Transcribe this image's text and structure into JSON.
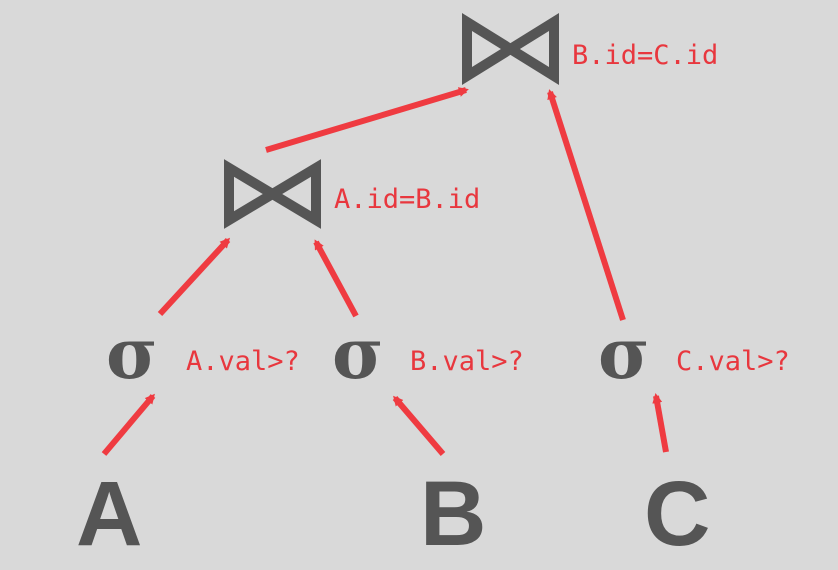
{
  "colors": {
    "background": "#d9d9d9",
    "operator": "#555555",
    "edge": "#ef3b41",
    "predicate_text": "#e8373e"
  },
  "tables": [
    {
      "id": "table-a",
      "label": "A"
    },
    {
      "id": "table-b",
      "label": "B"
    },
    {
      "id": "table-c",
      "label": "C"
    }
  ],
  "selections": [
    {
      "id": "select-a",
      "symbol": "σ",
      "predicate": "A.val>?"
    },
    {
      "id": "select-b",
      "symbol": "σ",
      "predicate": "B.val>?"
    },
    {
      "id": "select-c",
      "symbol": "σ",
      "predicate": "C.val>?"
    }
  ],
  "joins": [
    {
      "id": "join-ab",
      "predicate": "A.id=B.id",
      "icon": "bowtie-join-icon"
    },
    {
      "id": "join-bc",
      "predicate": "B.id=C.id",
      "icon": "bowtie-join-icon"
    }
  ]
}
